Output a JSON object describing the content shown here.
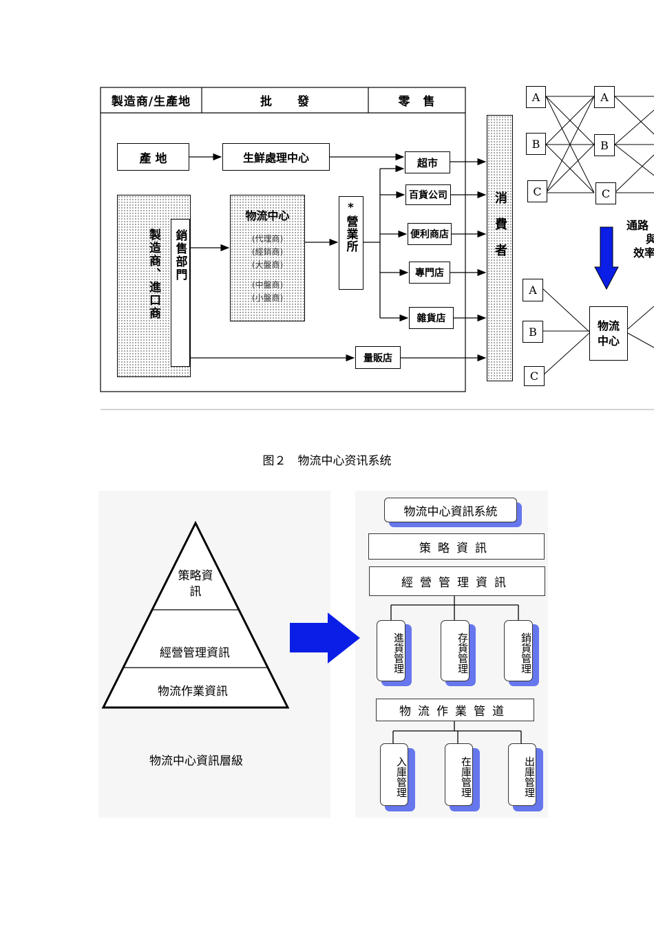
{
  "channel_diagram": {
    "header": {
      "manufacturer": "製造商/生產地",
      "wholesale": "批　　發",
      "retail": "零　售"
    },
    "origin": "產 地",
    "fresh_center": "生鮮處理中心",
    "maker_importer": "製造商、進口商",
    "sales_dept": "銷售部門",
    "dc_title": "物流中心",
    "dc_items": [
      "(代理商)",
      "(經銷商)",
      "(大盤商)",
      "(中盤商)",
      "(小盤商)"
    ],
    "sales_office": "*營業所",
    "outlets": [
      "超市",
      "百貨公司",
      "便利商店",
      "專門店",
      "雜貨店"
    ],
    "mass_retailer": "量販店",
    "consumer": "消費者"
  },
  "network_diagram": {
    "left_nodes": [
      "A",
      "B",
      "C"
    ],
    "mid_nodes": [
      "A",
      "B",
      "C"
    ],
    "bottom_nodes": [
      "A",
      "B",
      "C"
    ],
    "center_node": "物流中心",
    "side_text": [
      "通路",
      "與",
      "效率"
    ]
  },
  "figure2": {
    "caption": "图２　物流中心资讯系统",
    "pyramid": {
      "levels": [
        "策略資訊",
        "經營管理資訊",
        "物流作業資訊"
      ],
      "caption": "物流中心資訊層級"
    },
    "hierarchy": {
      "root": "物流中心資訊系統",
      "strategy": "策略資訊",
      "management": "經營管理資訊",
      "management_children": [
        "進貨管理",
        "存貨管理",
        "銷貨管理"
      ],
      "operations": "物流作業管道",
      "operations_children": [
        "入庫管理",
        "在庫管理",
        "出庫管理"
      ]
    }
  },
  "colors": {
    "arrow_blue": "#0a1ee6",
    "shadow_blue": "#6677ee"
  }
}
